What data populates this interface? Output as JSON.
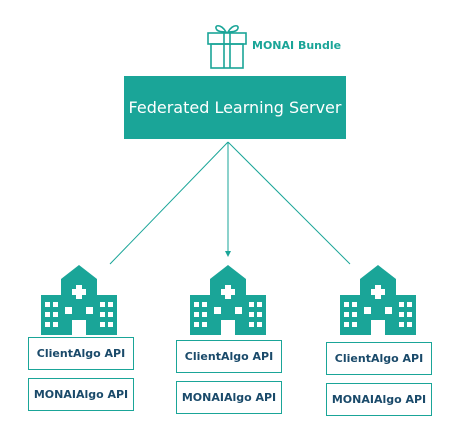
{
  "server": {
    "label": "Federated Learning Server"
  },
  "bundle": {
    "label": "MONAI Bundle",
    "icon": "gift-box-icon"
  },
  "clients": [
    {
      "icon": "hospital-icon",
      "api_top": "ClientAlgo API",
      "api_bottom": "MONAIAlgo API"
    },
    {
      "icon": "hospital-icon",
      "api_top": "ClientAlgo API",
      "api_bottom": "MONAIAlgo API"
    },
    {
      "icon": "hospital-icon",
      "api_top": "ClientAlgo API",
      "api_bottom": "MONAIAlgo API"
    }
  ],
  "colors": {
    "accent": "#1aa598",
    "text": "#1a4a6a",
    "line": "#1aa598"
  }
}
